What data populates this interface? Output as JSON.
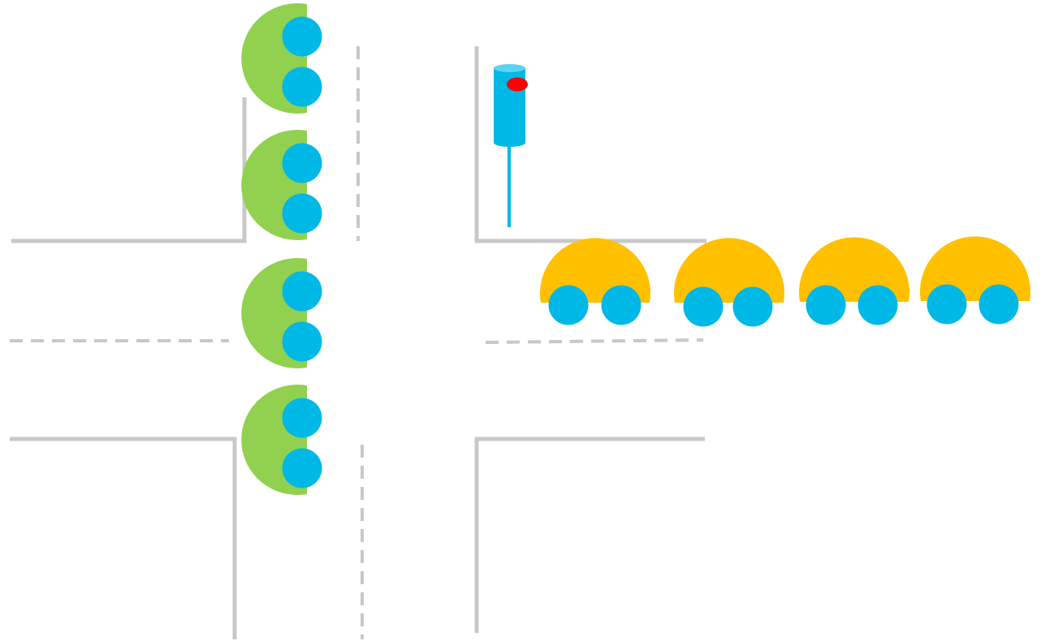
{
  "scene": {
    "type": "traffic-intersection",
    "signal_state": "red",
    "vertical_queue": {
      "vehicle_count": 4,
      "direction": "southbound"
    },
    "horizontal_queue": {
      "vehicle_count": 4,
      "direction": "westbound"
    }
  },
  "colors": {
    "background": "#ffffff",
    "road_edge": "#c8c8c8",
    "vertical_vehicle_body": "#92d050",
    "horizontal_vehicle_body": "#ffc000",
    "wheel": "#00b8e6",
    "traffic_light_body": "#00b8e6",
    "traffic_light_cap": "#5bd3f0",
    "red_light": "#ff0000"
  },
  "icons": {
    "vertical_vehicle": "car-icon",
    "horizontal_vehicle": "car-icon",
    "signal": "traffic-light-icon"
  }
}
